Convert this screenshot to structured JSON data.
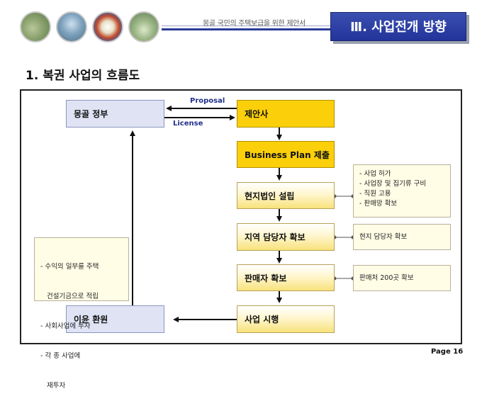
{
  "header": {
    "subtitle": "몽골 국민의 주택보급을 위한 제안서",
    "chapter": "Ⅲ. 사업전개 방향"
  },
  "section_title": "1. 복권 사업의 흐름도",
  "flow": {
    "mongolia_gov": "몽골 정부",
    "proposer": "제안사",
    "business_plan": "Business Plan 제출",
    "local_corp": "현지법인 설립",
    "regional_manager": "지역 담당자 확보",
    "seller": "판매자 확보",
    "execution": "사업 시행",
    "profit_return": "이윤 환원",
    "proposal_label": "Proposal",
    "license_label": "License"
  },
  "notes": {
    "local_corp_items": [
      "- 사업 허가",
      "- 사업장 및 집기류 구비",
      "- 직원 고용",
      "- 판매망 확보"
    ],
    "regional_manager_note": "현지 담당자 확보",
    "seller_note": "판매처 200곳 확보",
    "profit_items": [
      "- 수익의 일부를 주택",
      "   건설기금으로 적립",
      "- 사회사업에 투자",
      "- 각 종 사업에",
      "   재투자"
    ]
  },
  "footer": {
    "page": "Page 16"
  },
  "colors": {
    "header_blue": "#23339a",
    "box_yellow": "#fbd00a",
    "box_lavender": "#dfe3f4"
  }
}
